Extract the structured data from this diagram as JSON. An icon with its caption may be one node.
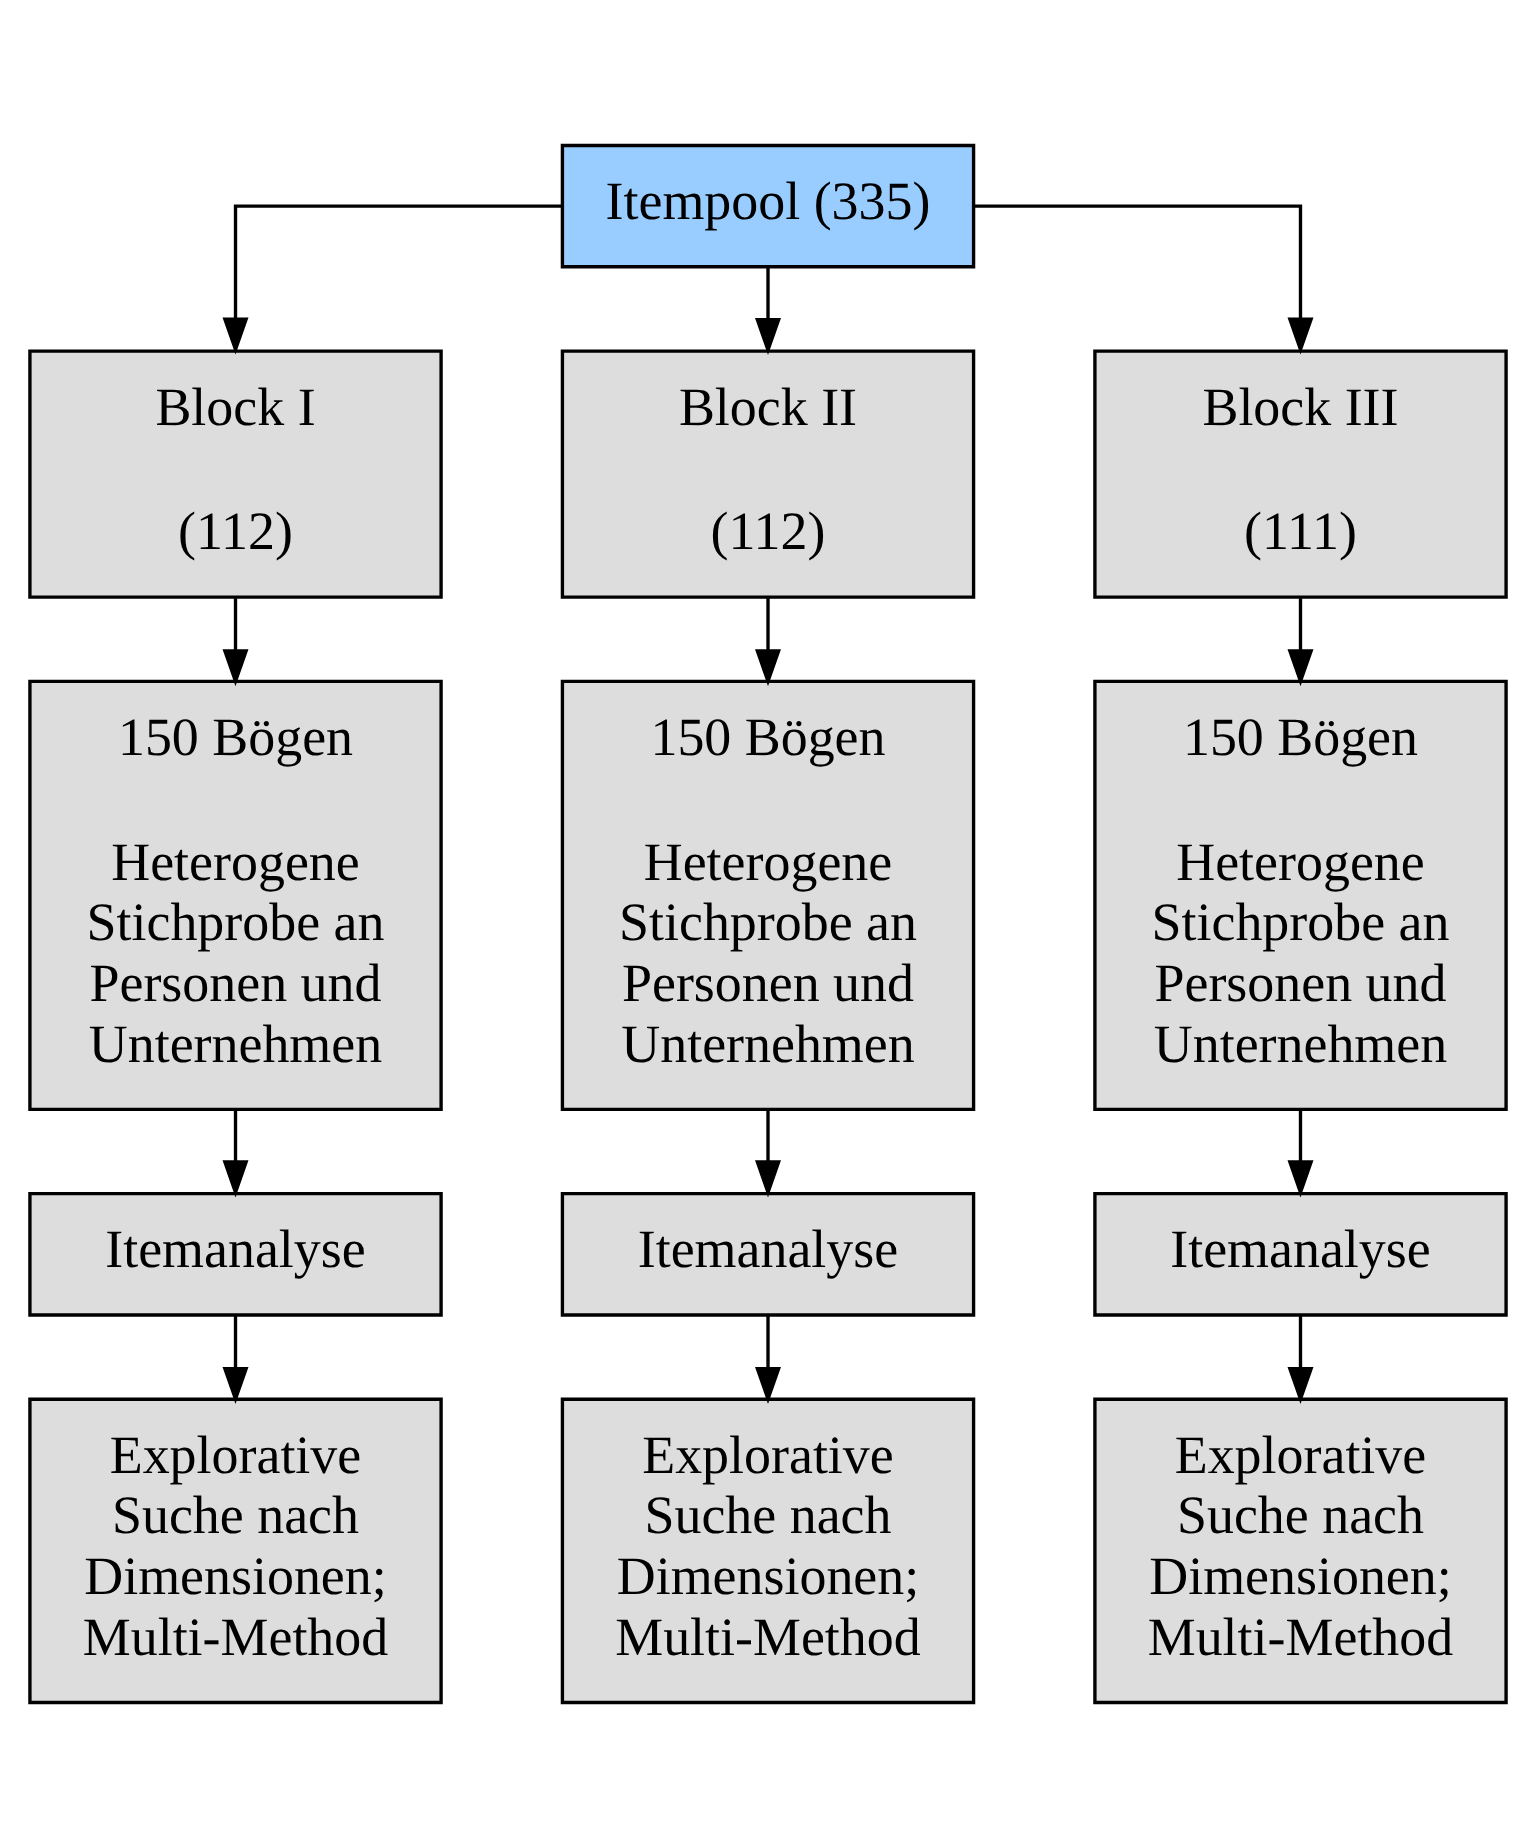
{
  "diagram": {
    "nodes": [
      {
        "text": [
          "Itempool (335)"
        ]
      },
      {
        "text": [
          "Block I",
          "(112)"
        ]
      },
      {
        "text": [
          "Block II",
          "(112)"
        ]
      },
      {
        "text": [
          "Block III",
          "(111)"
        ]
      },
      {
        "text": [
          "150 Bögen",
          "Heterogene Stichprobe an Personen und Unternehmen"
        ]
      },
      {
        "text": [
          "150 Bögen",
          "Heterogene Stichprobe an Personen und Unternehmen"
        ]
      },
      {
        "text": [
          "150 Bögen",
          "Heterogene Stichprobe an Personen und Unternehmen"
        ]
      },
      {
        "text": [
          "Itemanalyse"
        ]
      },
      {
        "text": [
          "Itemanalyse"
        ]
      },
      {
        "text": [
          "Itemanalyse"
        ]
      },
      {
        "text": [
          "Explorative Suche nach Dimensionen; Multi-Method"
        ]
      },
      {
        "text": [
          "Explorative Suche nach Dimensionen; Multi-Method"
        ]
      },
      {
        "text": [
          "Explorative Suche nach Dimensionen; Multi-Method"
        ]
      }
    ],
    "edges": [
      {
        "from": 0,
        "to": 1,
        "arrow": "to"
      },
      {
        "from": 0,
        "to": 2,
        "arrow": "to"
      },
      {
        "from": 0,
        "to": 3,
        "arrow": "to"
      },
      {
        "from": 1,
        "to": 4,
        "arrow": "to"
      },
      {
        "from": 2,
        "to": 5,
        "arrow": "to"
      },
      {
        "from": 3,
        "to": 6,
        "arrow": "to"
      },
      {
        "from": 4,
        "to": 7,
        "arrow": "to"
      },
      {
        "from": 5,
        "to": 8,
        "arrow": "to"
      },
      {
        "from": 6,
        "to": 9,
        "arrow": "to"
      },
      {
        "from": 7,
        "to": 10,
        "arrow": "to"
      },
      {
        "from": 8,
        "to": 11,
        "arrow": "to"
      },
      {
        "from": 9,
        "to": 12,
        "arrow": "to"
      }
    ]
  }
}
